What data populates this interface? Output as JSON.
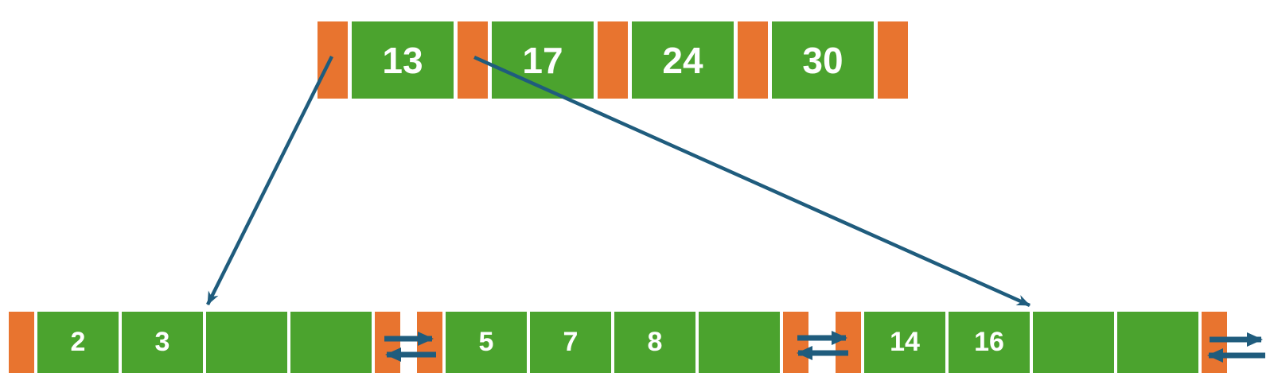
{
  "colors": {
    "cell_orange": "#E8742F",
    "cell_green": "#4BA32E",
    "arrow_blue": "#1F5C7D",
    "key_text": "#FFFFFF"
  },
  "tree": {
    "root": {
      "keys": [
        "13",
        "17",
        "24",
        "30"
      ],
      "cells": [
        {
          "t": "p"
        },
        {
          "t": "k",
          "v": "13"
        },
        {
          "t": "p"
        },
        {
          "t": "k",
          "v": "17"
        },
        {
          "t": "p"
        },
        {
          "t": "k",
          "v": "24"
        },
        {
          "t": "p"
        },
        {
          "t": "k",
          "v": "30"
        },
        {
          "t": "p"
        }
      ]
    },
    "leaves": [
      {
        "keys": [
          "2",
          "3",
          "",
          ""
        ],
        "cells": [
          {
            "t": "p"
          },
          {
            "t": "k",
            "v": "2"
          },
          {
            "t": "k",
            "v": "3"
          },
          {
            "t": "k",
            "v": ""
          },
          {
            "t": "k",
            "v": ""
          },
          {
            "t": "p"
          }
        ]
      },
      {
        "keys": [
          "5",
          "7",
          "8",
          ""
        ],
        "cells": [
          {
            "t": "p"
          },
          {
            "t": "k",
            "v": "5"
          },
          {
            "t": "k",
            "v": "7"
          },
          {
            "t": "k",
            "v": "8"
          },
          {
            "t": "k",
            "v": ""
          },
          {
            "t": "p"
          }
        ]
      },
      {
        "keys": [
          "14",
          "16",
          "",
          ""
        ],
        "cells": [
          {
            "t": "p"
          },
          {
            "t": "k",
            "v": "14"
          },
          {
            "t": "k",
            "v": "16"
          },
          {
            "t": "k",
            "v": ""
          },
          {
            "t": "k",
            "v": ""
          },
          {
            "t": "p"
          }
        ]
      }
    ],
    "links": {
      "root_to_leaf": [
        {
          "from": "root-pointer-1",
          "to": "leaf-1"
        },
        {
          "from": "root-pointer-2",
          "to": "leaf-3"
        }
      ],
      "sibling_links": [
        {
          "between": [
            "leaf-1",
            "leaf-2"
          ],
          "bidirectional": true
        },
        {
          "between": [
            "leaf-2",
            "leaf-3"
          ],
          "bidirectional": true
        },
        {
          "between": [
            "leaf-3",
            "off-screen-right"
          ],
          "bidirectional": true
        }
      ]
    }
  }
}
